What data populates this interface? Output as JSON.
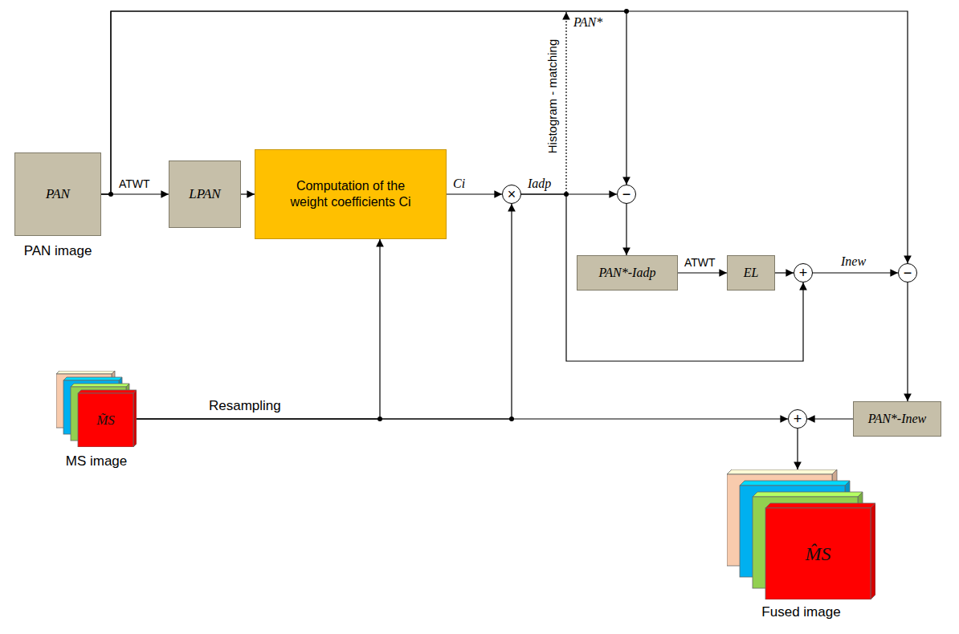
{
  "diagram": {
    "nodes": [
      {
        "text": [
          "PAN",
          "PAN image"
        ]
      },
      {
        "text": [
          "LPAN"
        ]
      },
      {
        "text": [
          "Computation of the weight coefficients Ci"
        ]
      },
      {
        "text": [
          "×"
        ]
      },
      {
        "text": [
          "−"
        ]
      },
      {
        "text": [
          "PAN*-Iadp"
        ]
      },
      {
        "text": [
          "EL"
        ]
      },
      {
        "text": [
          "+"
        ]
      },
      {
        "text": [
          "−"
        ]
      },
      {
        "text": [
          "M̃S",
          "MS image"
        ]
      },
      {
        "text": [
          "+"
        ]
      },
      {
        "text": [
          "PAN*-Inew"
        ]
      },
      {
        "text": [
          "M̂S",
          "Fused image"
        ]
      }
    ],
    "edges": [
      {
        "from": 0,
        "to": 1,
        "arrow": "to",
        "label": "ATWT"
      },
      {
        "from": 1,
        "to": 2,
        "arrow": "to"
      },
      {
        "from": 2,
        "to": 3,
        "arrow": "to",
        "label": "Ci"
      },
      {
        "from": 3,
        "to": 4,
        "arrow": "to",
        "label": "Iadp"
      },
      {
        "from": 0,
        "to": 4,
        "arrow": "to"
      },
      {
        "from": 0,
        "to": 8,
        "arrow": "to"
      },
      {
        "from": 4,
        "to": 5,
        "arrow": "to"
      },
      {
        "from": 5,
        "to": 6,
        "arrow": "to",
        "label": "ATWT"
      },
      {
        "from": 6,
        "to": 7,
        "arrow": "to"
      },
      {
        "from": 3,
        "to": 7,
        "arrow": "to"
      },
      {
        "from": 7,
        "to": 8,
        "arrow": "to",
        "label": "Inew"
      },
      {
        "from": 8,
        "to": 11,
        "arrow": "to"
      },
      {
        "from": 9,
        "to": 2,
        "arrow": "to"
      },
      {
        "from": 9,
        "to": 3,
        "arrow": "to"
      },
      {
        "from": 9,
        "to": 10,
        "arrow": "to"
      },
      {
        "from": 11,
        "to": 10,
        "arrow": "to"
      },
      {
        "from": 10,
        "to": 12,
        "arrow": "to"
      }
    ],
    "labels": [
      "Histogram - matching",
      "PAN*",
      "Resampling"
    ]
  }
}
